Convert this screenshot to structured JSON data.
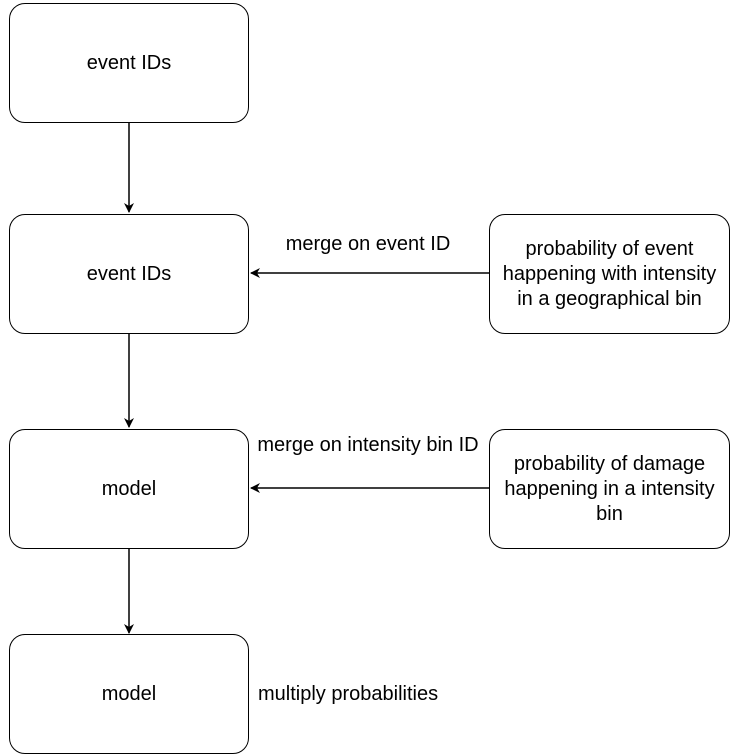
{
  "nodes": {
    "event_ids_1": "event IDs",
    "event_ids_2": "event IDs",
    "model_1": "model",
    "model_2": "model",
    "event_probability": "probability of event happening with intensity in a geographical bin",
    "damage_probability": "probability of damage happening in a intensity bin"
  },
  "edge_labels": {
    "merge_event": "merge on event ID",
    "merge_intensity": "merge on intensity bin ID",
    "multiply": "multiply probabilities"
  }
}
